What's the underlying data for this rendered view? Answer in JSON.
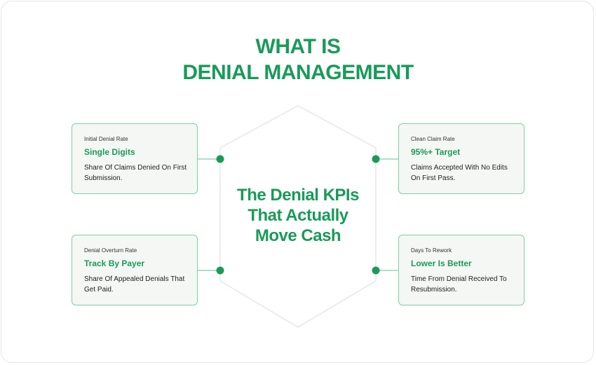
{
  "title": {
    "line1": "WHAT IS",
    "line2": "DENIAL MANAGEMENT"
  },
  "center": {
    "line1": "The Denial KPIs",
    "line2": "That Actually",
    "line3": "Move Cash"
  },
  "cards": [
    {
      "label": "Initial Denial Rate",
      "value": "Single Digits",
      "desc": "Share Of Claims Denied On First Submission."
    },
    {
      "label": "Clean Claim Rate",
      "value": "95%+ Target",
      "desc": "Claims Accepted With No Edits On First Pass."
    },
    {
      "label": "Denial Overturn Rate",
      "value": "Track By Payer",
      "desc": "Share Of Appealed Denials That Get Paid."
    },
    {
      "label": "Days To Rework",
      "value": "Lower Is Better",
      "desc": "Time From Denial Received To Resubmission."
    }
  ],
  "colors": {
    "accent": "#1a9a5a",
    "card_border": "#7ed09f",
    "card_bg": "#f4f7f4",
    "hexagon_stroke": "#ececec"
  }
}
